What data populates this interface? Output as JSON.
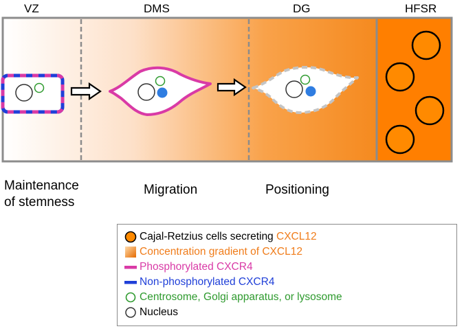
{
  "zones": {
    "vz": "VZ",
    "dms": "DMS",
    "dg": "DG",
    "hfsr": "HFSR"
  },
  "stages": {
    "maintenance_line1": "Maintenance",
    "maintenance_line2": "of stemness",
    "migration": "Migration",
    "positioning": "Positioning"
  },
  "legend": {
    "cr_cells_prefix": "Cajal-Retzius cells secreting ",
    "cr_cells_highlight": "CXCL12",
    "gradient": "Concentration gradient of CXCL12",
    "phosphorylated": "Phosphorylated CXCR4",
    "non_phosphorylated": "Non-phosphorylated CXCR4",
    "organelle": "Centrosome, Golgi apparatus, or lysosome",
    "nucleus": "Nucleus"
  },
  "colors": {
    "orange_text": "#f07c1a",
    "gradient_end": "#ff7f00",
    "magenta": "#d93aa6",
    "blue": "#1f3fd8",
    "green": "#2e9a2e",
    "gray_border": "#8c8c8c"
  }
}
